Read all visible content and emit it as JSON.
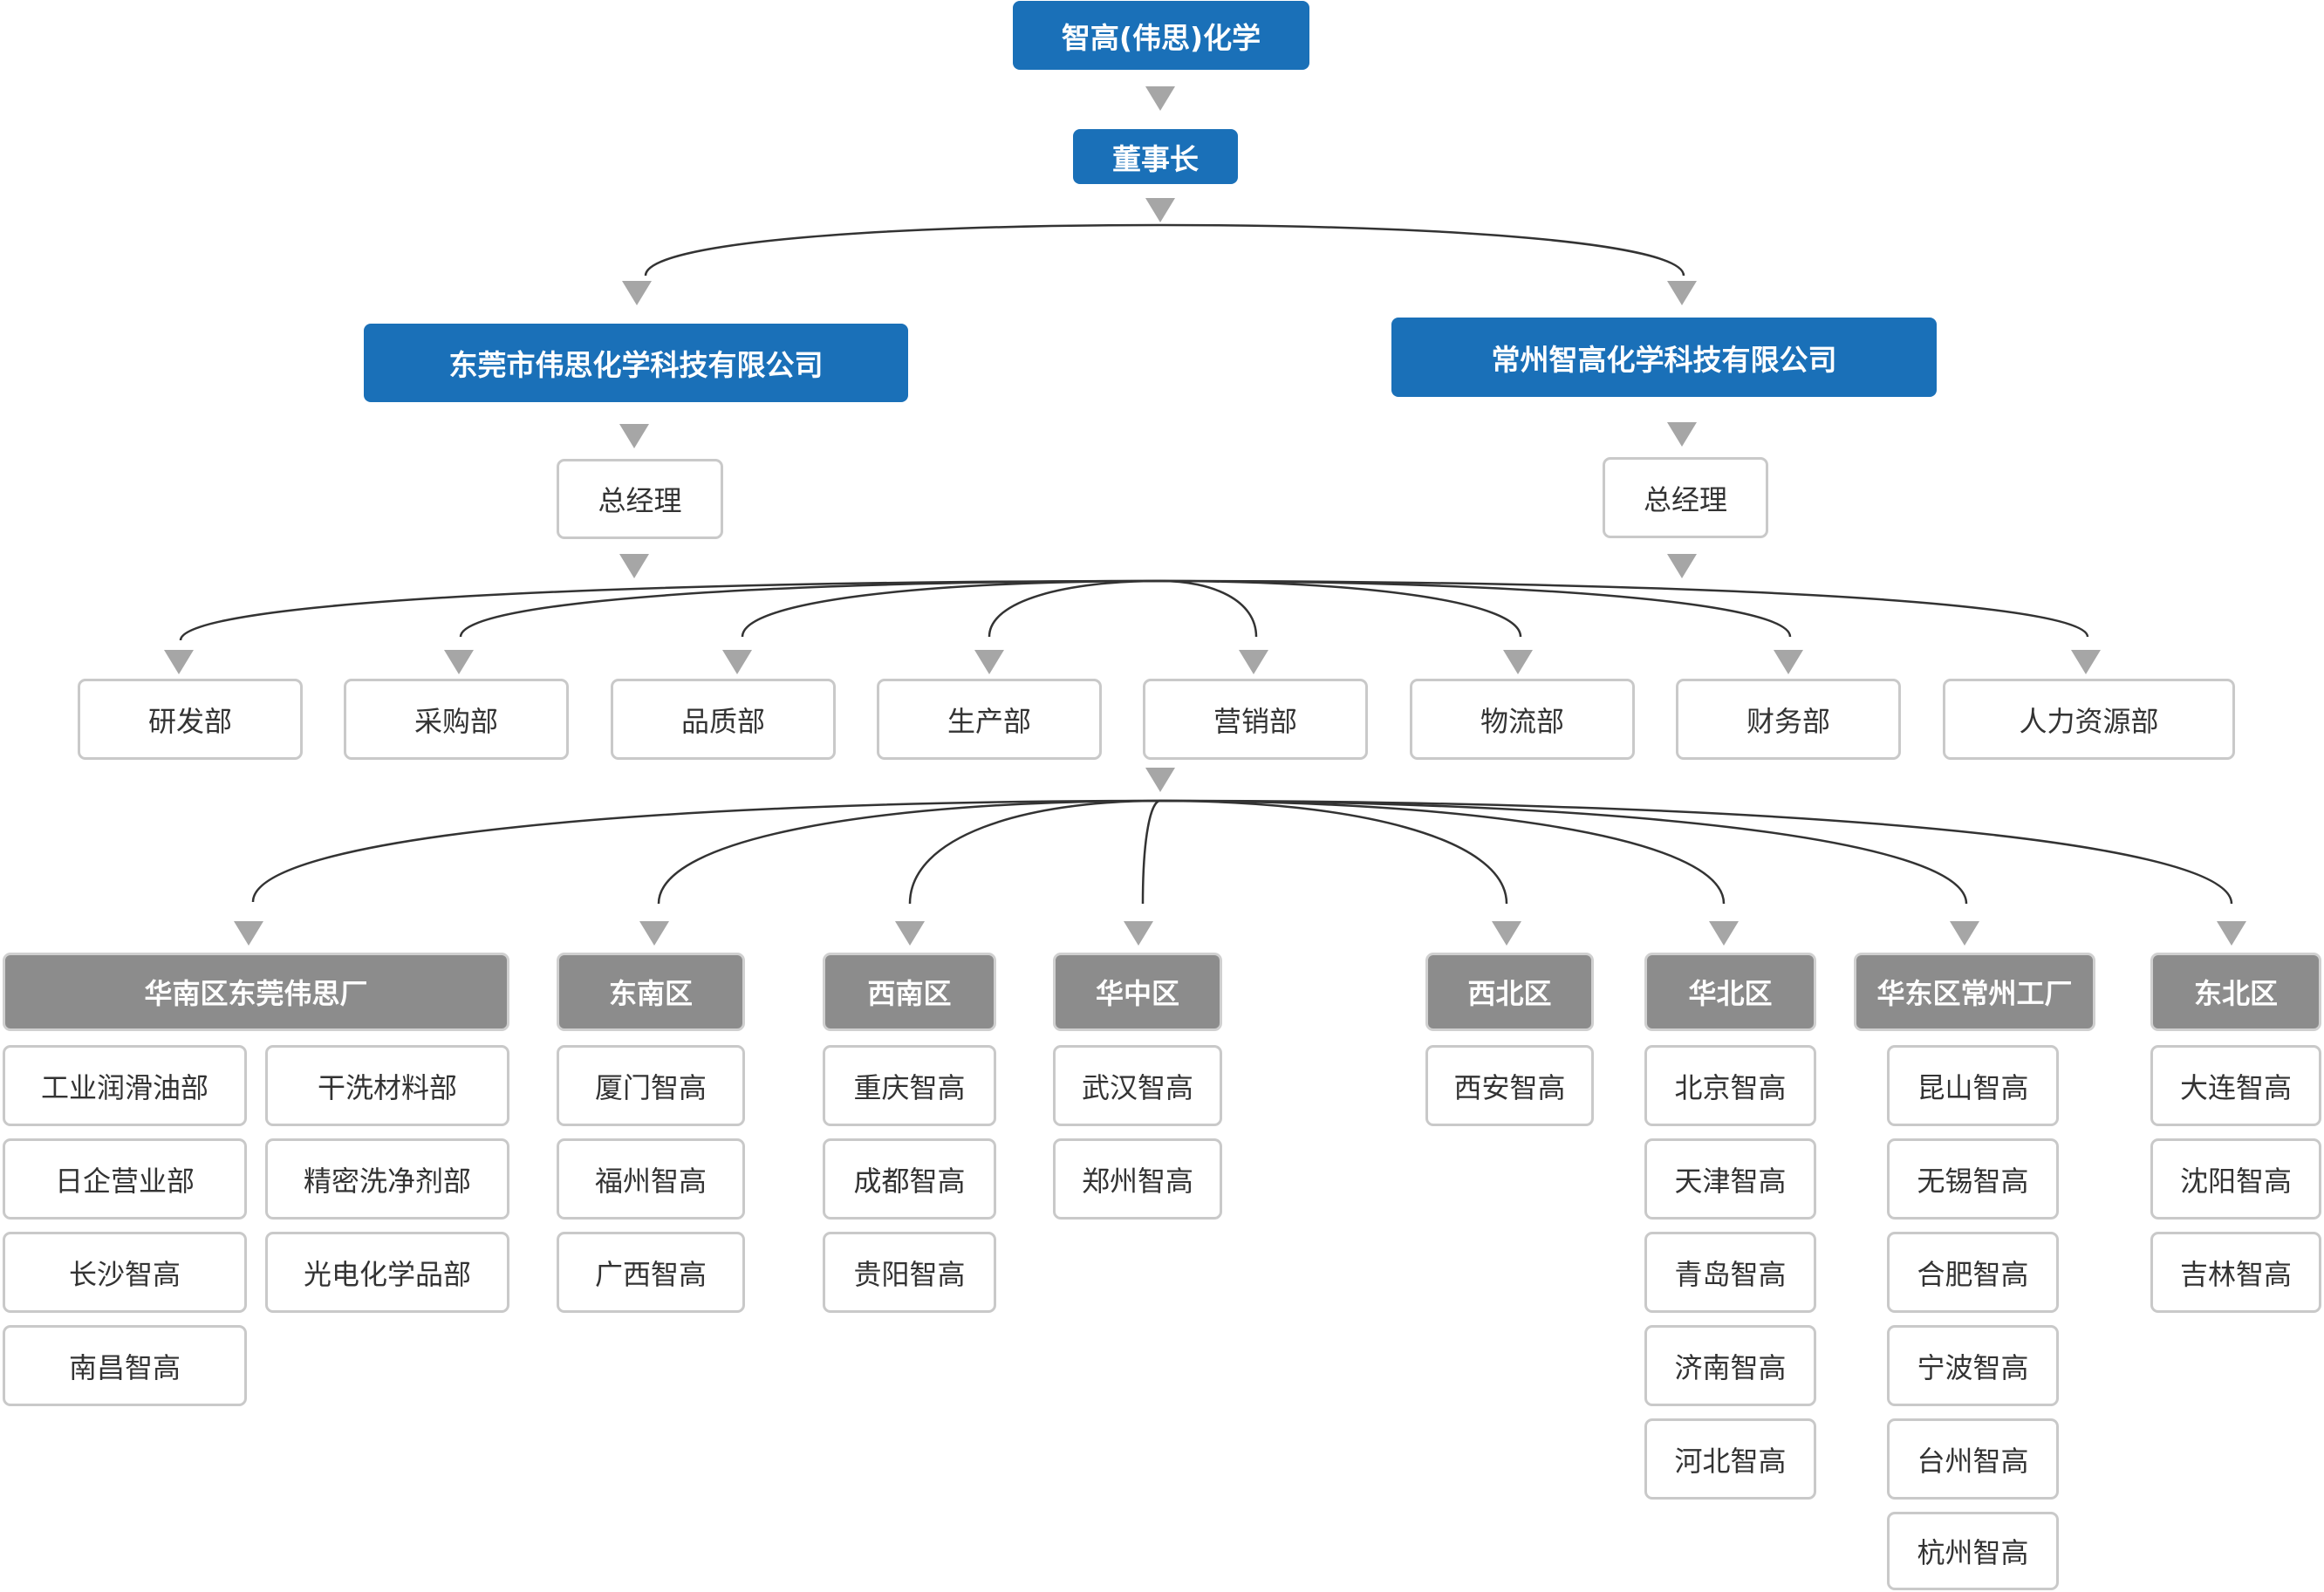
{
  "org": {
    "root": "智高(伟思)化学",
    "chairman": "董事长",
    "company_dg": "东莞市伟思化学科技有限公司",
    "company_cz": "常州智高化学科技有限公司",
    "gm_left": "总经理",
    "gm_right": "总经理",
    "departments": [
      "研发部",
      "采购部",
      "品质部",
      "生产部",
      "营销部",
      "物流部",
      "财务部",
      "人力资源部"
    ],
    "regions": [
      {
        "name": "华南区东莞伟思厂",
        "items": [
          "工业润滑油部",
          "干洗材料部",
          "日企营业部",
          "精密洗净剂部",
          "长沙智高",
          "光电化学品部",
          "南昌智高"
        ]
      },
      {
        "name": "东南区",
        "items": [
          "厦门智高",
          "福州智高",
          "广西智高"
        ]
      },
      {
        "name": "西南区",
        "items": [
          "重庆智高",
          "成都智高",
          "贵阳智高"
        ]
      },
      {
        "name": "华中区",
        "items": [
          "武汉智高",
          "郑州智高"
        ]
      },
      {
        "name": "西北区",
        "items": [
          "西安智高"
        ]
      },
      {
        "name": "华北区",
        "items": [
          "北京智高",
          "天津智高",
          "青岛智高",
          "济南智高",
          "河北智高"
        ]
      },
      {
        "name": "华东区常州工厂",
        "items": [
          "昆山智高",
          "无锡智高",
          "合肥智高",
          "宁波智高",
          "台州智高",
          "杭州智高"
        ]
      },
      {
        "name": "东北区",
        "items": [
          "大连智高",
          "沈阳智高",
          "吉林智高"
        ]
      }
    ]
  },
  "colors": {
    "top_fill": "#1a70b8",
    "region_fill": "#8c8c8c",
    "box_border": "#c9c9c9",
    "arrow": "#a6a6a6",
    "line": "#333333"
  }
}
